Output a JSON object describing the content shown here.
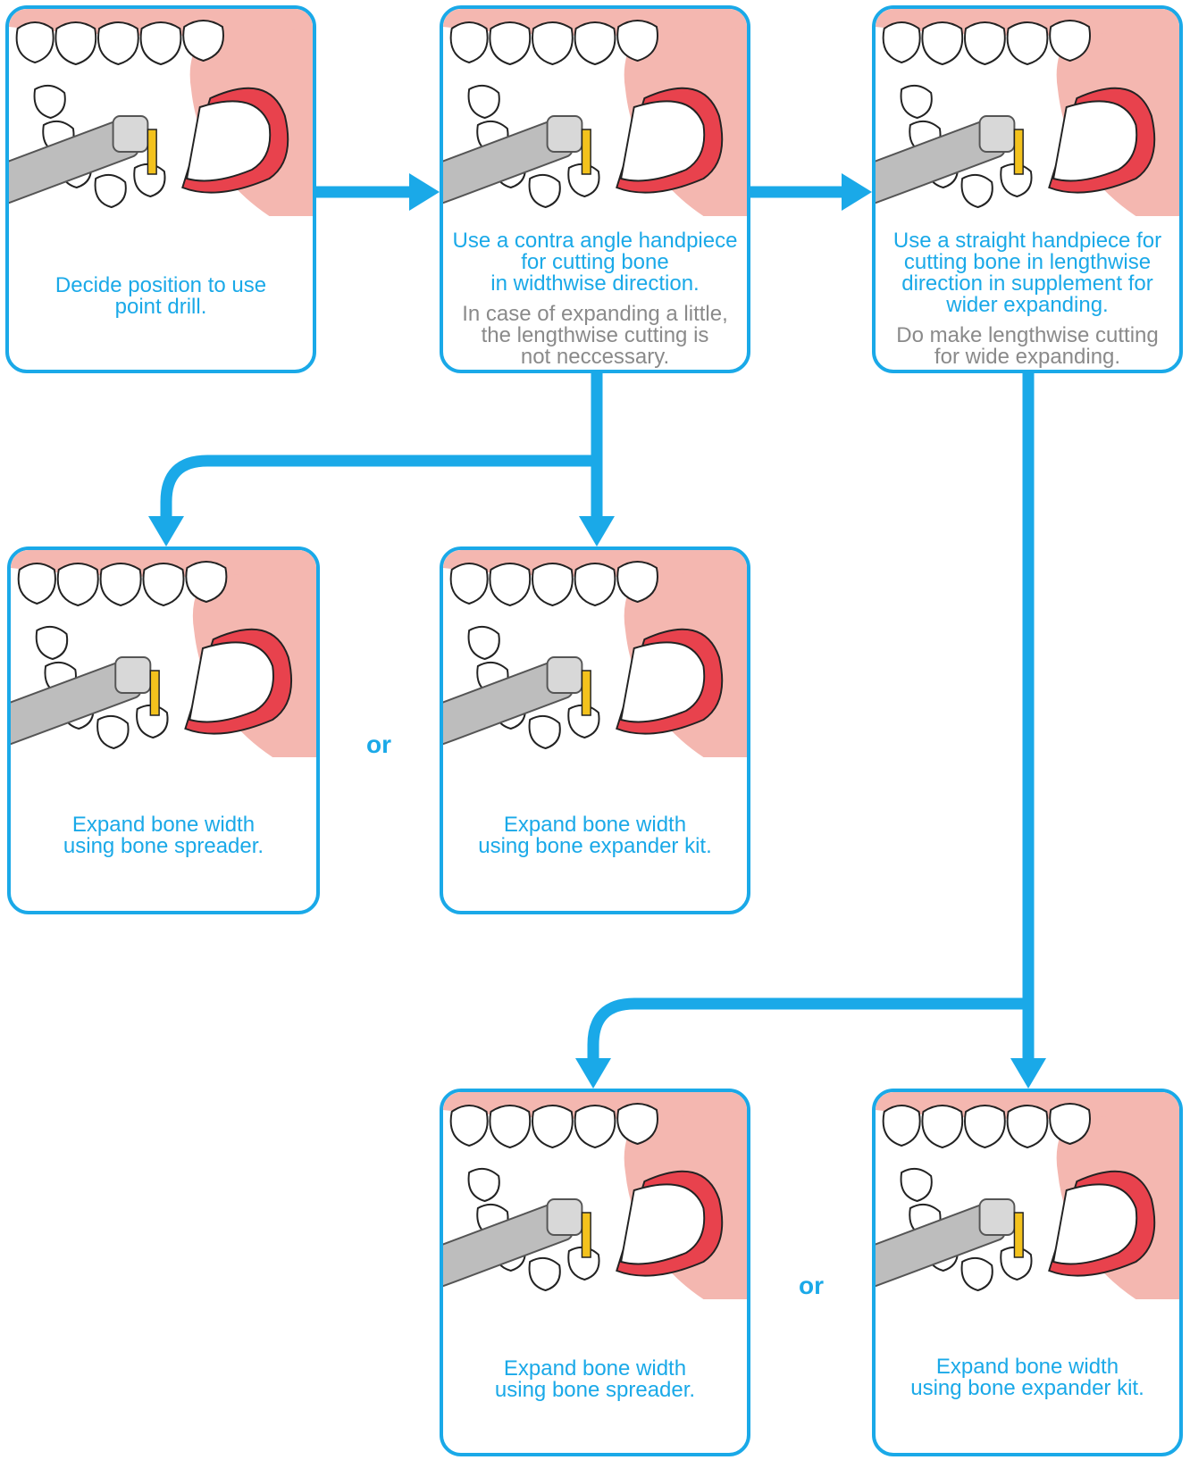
{
  "steps": {
    "s1": {
      "lines": [
        "Decide position to use",
        "point drill."
      ]
    },
    "s2": {
      "lines": [
        "Use a contra angle handpiece",
        "for cutting bone",
        "in widthwise direction."
      ],
      "note": [
        "In case of expanding a little,",
        "the lengthwise cutting is",
        "not neccessary."
      ]
    },
    "s3": {
      "lines": [
        "Use a straight handpiece for",
        "cutting bone in lengthwise",
        "direction in supplement for",
        "wider expanding."
      ],
      "note": [
        "Do make lengthwise cutting",
        "for wide expanding."
      ]
    },
    "s4": {
      "lines": [
        "Expand bone width",
        "using bone spreader."
      ]
    },
    "s5": {
      "lines": [
        "Expand bone width",
        "using bone expander kit."
      ]
    },
    "s6": {
      "lines": [
        "Expand bone width",
        "using bone spreader."
      ]
    },
    "s7": {
      "lines": [
        "Expand bone width",
        "using bone expander kit."
      ]
    }
  },
  "or_label": "or",
  "colors": {
    "accent": "#1aa9e8",
    "note": "#8a8a8a",
    "gum": "#e8424d",
    "lip": "#f4b7b0"
  }
}
